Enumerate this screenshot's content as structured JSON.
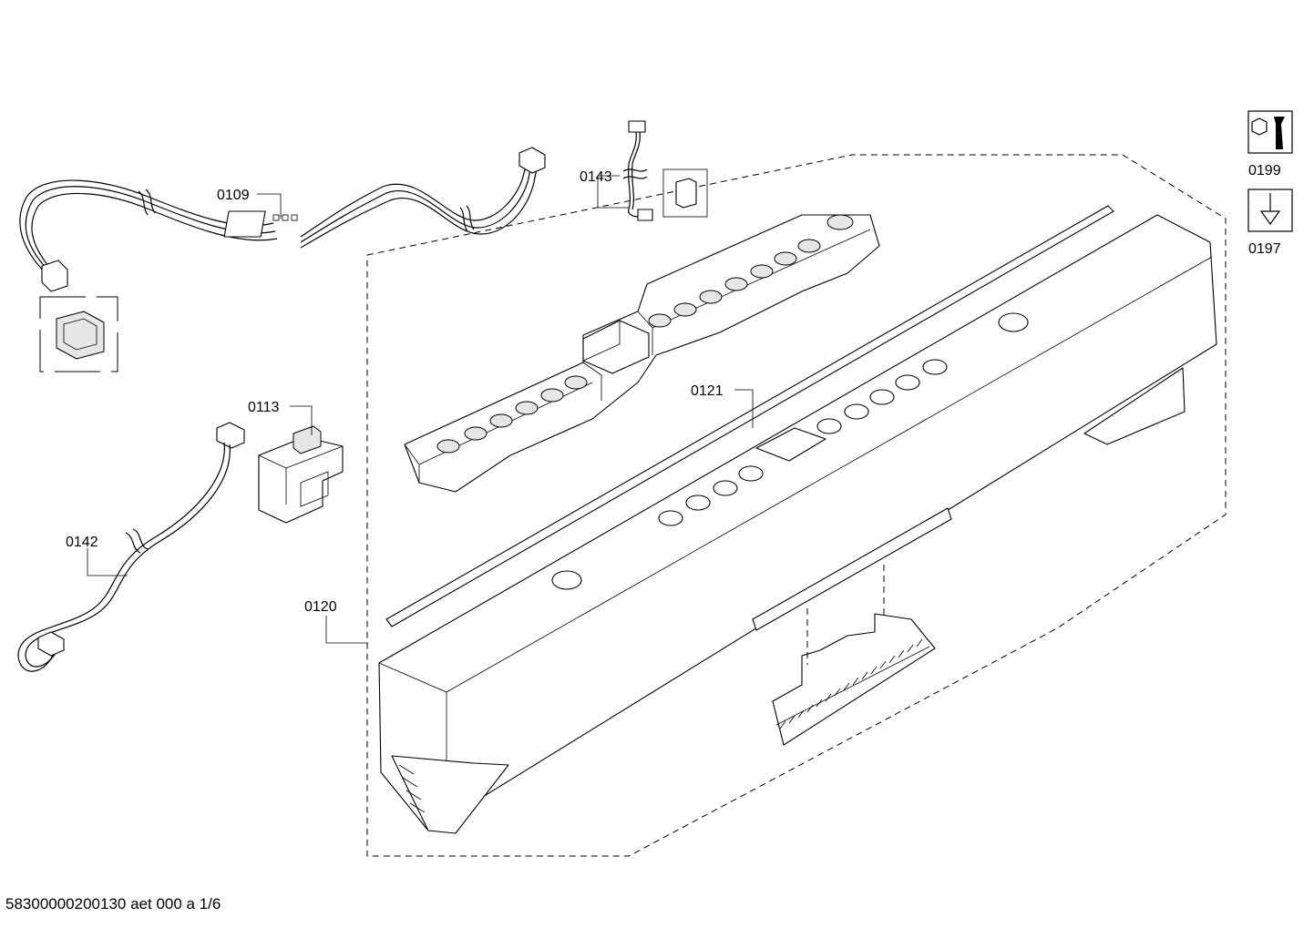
{
  "callouts": {
    "p0109": "0109",
    "p0143": "0143",
    "p0113": "0113",
    "p0121": "0121",
    "p0142": "0142",
    "p0120": "0120"
  },
  "tool_icons": [
    {
      "label": "0199",
      "icon": "wrench-nut-icon"
    },
    {
      "label": "0197",
      "icon": "screwdriver-icon"
    }
  ],
  "footer": {
    "document_id": "58300000200130 aet 000 a 1/6"
  }
}
